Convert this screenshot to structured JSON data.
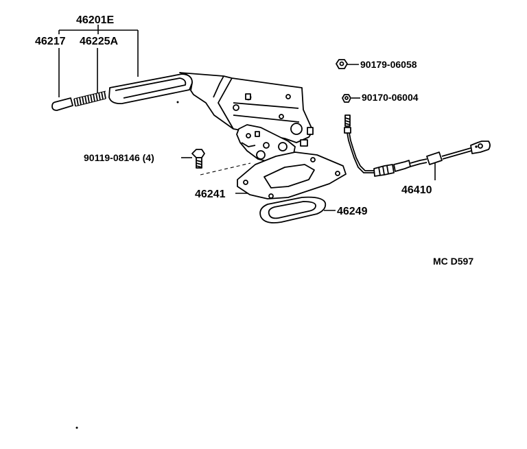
{
  "labels": {
    "assembly": "46201E",
    "knob": "46217",
    "spring": "46225A",
    "nut_1": "90179-06058",
    "nut_2": "90170-06004",
    "bolt": "90119-08146 (4)",
    "plate": "46241",
    "boot": "46249",
    "cable": "46410",
    "diagram_code": "MC D597"
  }
}
